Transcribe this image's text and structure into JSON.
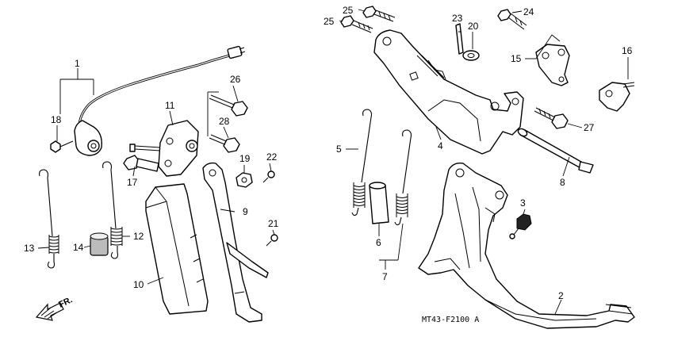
{
  "diagram": {
    "code": "MT43-F2100 A",
    "direction": "FR.",
    "callouts": [
      "1",
      "2",
      "3",
      "4",
      "5",
      "6",
      "7",
      "8",
      "9",
      "10",
      "11",
      "12",
      "13",
      "14",
      "15",
      "16",
      "17",
      "18",
      "19",
      "20",
      "21",
      "22",
      "23",
      "24",
      "25",
      "26",
      "27",
      "28"
    ]
  },
  "colors": {
    "line": "#000000",
    "background": "#ffffff"
  }
}
